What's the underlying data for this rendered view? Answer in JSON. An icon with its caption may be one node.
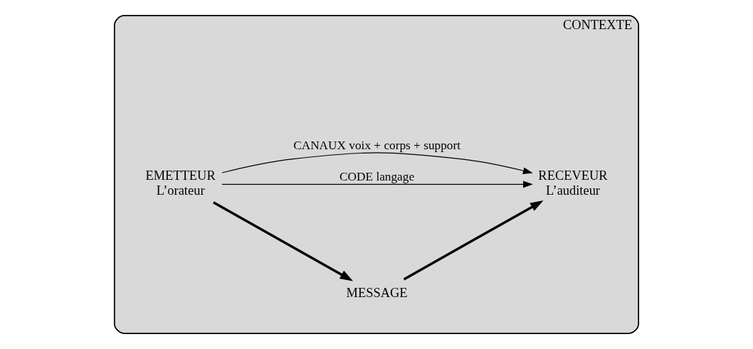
{
  "diagram": {
    "nodes": [
      {
        "text": [
          "CONTEXTE"
        ]
      },
      {
        "text": [
          "EMETTEUR",
          "L’orateur"
        ],
        "in": 0
      },
      {
        "text": [
          "MESSAGE"
        ],
        "in": 0
      },
      {
        "text": [
          "RECEVEUR",
          "L’auditeur"
        ],
        "in": 0
      }
    ],
    "edges": [
      {
        "from": 1,
        "to": 3,
        "arrow": "to",
        "label": "CODE langage"
      },
      {
        "from": 1,
        "to": 2,
        "arrow": "to",
        "style": "thick"
      },
      {
        "from": 2,
        "to": 3,
        "arrow": "to",
        "style": "thick"
      },
      {
        "from": 1,
        "to": 3,
        "arrow": "to",
        "label": "CANAUX voix + corps + support"
      }
    ]
  }
}
